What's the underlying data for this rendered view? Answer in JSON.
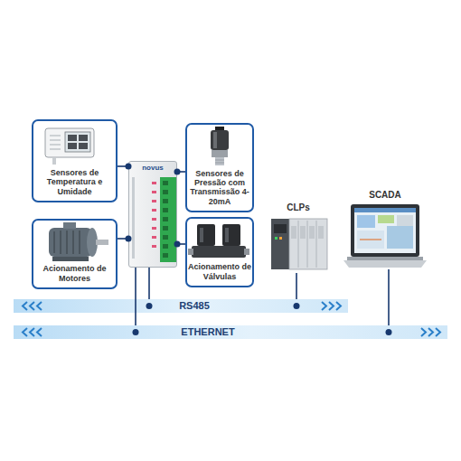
{
  "diagram": {
    "nodes": [
      {
        "text": [
          "Sensores de Temperatura e Umidade"
        ]
      },
      {
        "text": [
          "Sensores de Pressão com Transmissão 4-20mA"
        ]
      },
      {
        "text": [
          "novus"
        ]
      },
      {
        "text": [
          "Acionamento de Motores"
        ]
      },
      {
        "text": [
          "Acionamento de Válvulas"
        ]
      },
      {
        "text": [
          "CLPs"
        ]
      },
      {
        "text": [
          "SCADA"
        ]
      },
      {
        "text": [
          "RS485"
        ]
      },
      {
        "text": [
          "ETHERNET"
        ]
      }
    ],
    "edges": [
      {
        "from": 0,
        "to": 2,
        "arrow": "none"
      },
      {
        "from": 1,
        "to": 2,
        "arrow": "none"
      },
      {
        "from": 3,
        "to": 2,
        "arrow": "none"
      },
      {
        "from": 4,
        "to": 2,
        "arrow": "none"
      },
      {
        "from": 2,
        "to": 7,
        "arrow": "none"
      },
      {
        "from": 2,
        "to": 8,
        "arrow": "none"
      },
      {
        "from": 5,
        "to": 7,
        "arrow": "none"
      },
      {
        "from": 6,
        "to": 8,
        "arrow": "none"
      }
    ]
  }
}
